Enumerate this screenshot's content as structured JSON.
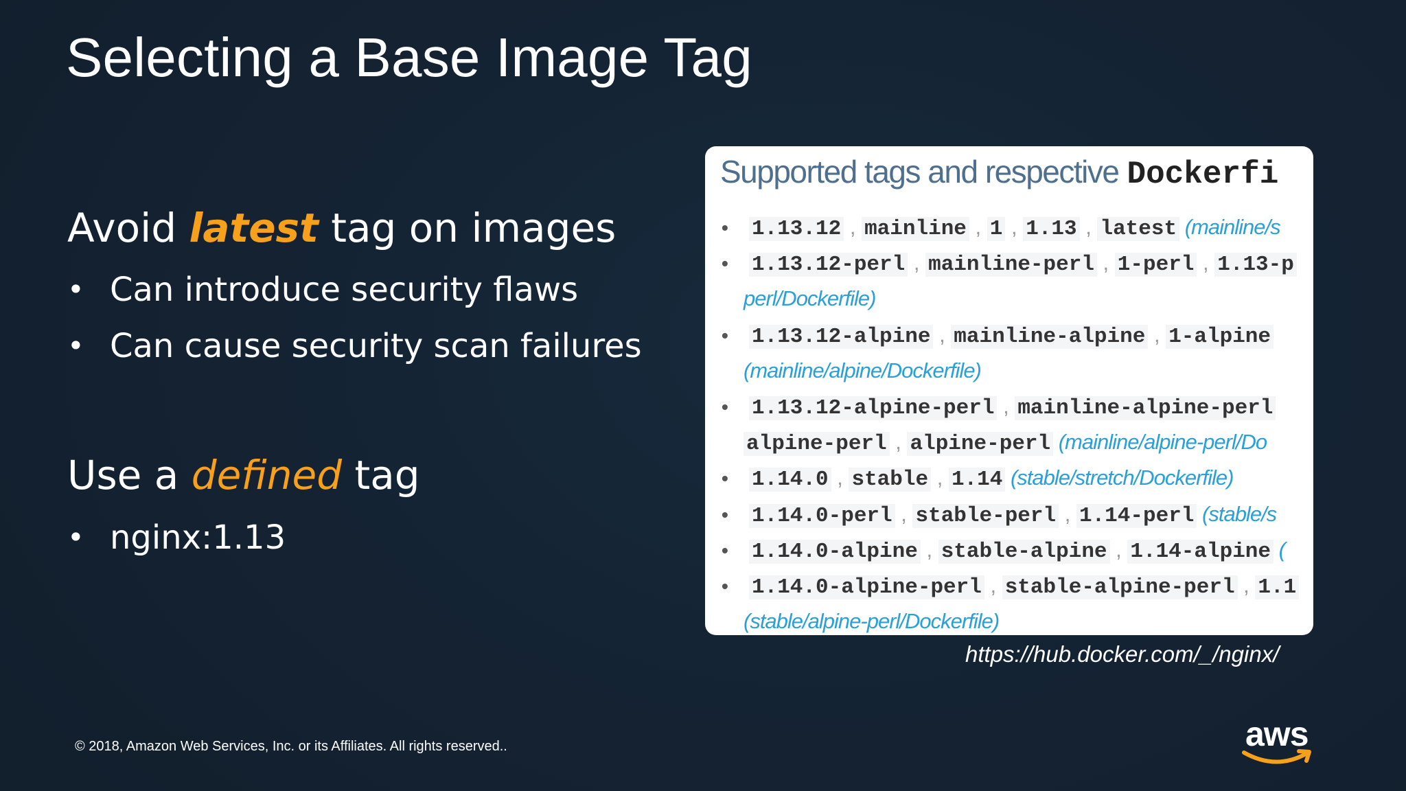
{
  "slide": {
    "title": "Selecting a Base Image Tag"
  },
  "section1": {
    "heading_prefix": "Avoid ",
    "heading_emphasis": "latest",
    "heading_suffix": " tag on images",
    "bullets": [
      "Can introduce security flaws",
      "Can cause security scan failures"
    ]
  },
  "section2": {
    "heading_prefix": "Use a ",
    "heading_emphasis": "defined",
    "heading_suffix": " tag",
    "bullets": [
      "nginx:1.13"
    ]
  },
  "doc_screenshot": {
    "header_text": "Supported tags and respective",
    "header_mono": "Dockerfi",
    "lines": [
      {
        "bullet": true,
        "tags": [
          "1.13.12",
          "mainline",
          "1",
          "1.13",
          "latest"
        ],
        "link": "(mainline/s"
      },
      {
        "bullet": true,
        "tags": [
          "1.13.12-perl",
          "mainline-perl",
          "1-perl",
          "1.13-p"
        ],
        "link": ""
      },
      {
        "bullet": false,
        "tags": [],
        "link": "perl/Dockerfile)"
      },
      {
        "bullet": true,
        "tags": [
          "1.13.12-alpine",
          "mainline-alpine",
          "1-alpine"
        ],
        "link": ""
      },
      {
        "bullet": false,
        "tags": [],
        "link": "(mainline/alpine/Dockerfile)"
      },
      {
        "bullet": true,
        "tags": [
          "1.13.12-alpine-perl",
          "mainline-alpine-perl"
        ],
        "link": ""
      },
      {
        "bullet": false,
        "tags": [
          "alpine-perl",
          "alpine-perl"
        ],
        "link": "(mainline/alpine-perl/Do"
      },
      {
        "bullet": true,
        "tags": [
          "1.14.0",
          "stable",
          "1.14"
        ],
        "link": "(stable/stretch/Dockerfile)"
      },
      {
        "bullet": true,
        "tags": [
          "1.14.0-perl",
          "stable-perl",
          "1.14-perl"
        ],
        "link": "(stable/s"
      },
      {
        "bullet": true,
        "tags": [
          "1.14.0-alpine",
          "stable-alpine",
          "1.14-alpine"
        ],
        "link": "("
      },
      {
        "bullet": true,
        "tags": [
          "1.14.0-alpine-perl",
          "stable-alpine-perl",
          "1.1"
        ],
        "link": ""
      },
      {
        "bullet": false,
        "tags": [],
        "link": "(stable/alpine-perl/Dockerfile)"
      }
    ]
  },
  "source_url": "https://hub.docker.com/_/nginx/",
  "footer": {
    "copyright": "© 2018, Amazon Web Services, Inc. or its Affiliates. All rights reserved..",
    "logo_text": "aws"
  },
  "colors": {
    "background": "#152535",
    "accent": "#f7a01c",
    "link": "#2a9fd8"
  },
  "icons": {
    "logo": "aws-smile-logo"
  }
}
